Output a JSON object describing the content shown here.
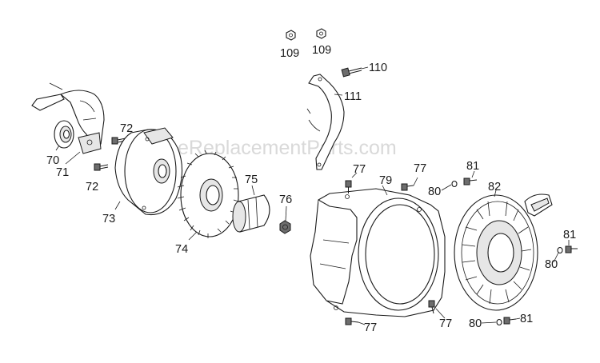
{
  "watermark": "eReplacementParts.com",
  "labels": {
    "p109a": "109",
    "p109b": "109",
    "p110": "110",
    "p111": "111",
    "p72a": "72",
    "p70": "70",
    "p71": "71",
    "p72b": "72",
    "p73": "73",
    "p74": "74",
    "p75": "75",
    "p76": "76",
    "p77a": "77",
    "p79": "79",
    "p77b": "77",
    "p81a": "81",
    "p80a": "80",
    "p82": "82",
    "p81b": "81",
    "p80b": "80",
    "p77c": "77",
    "p77d": "77",
    "p80c": "80",
    "p81c": "81"
  }
}
